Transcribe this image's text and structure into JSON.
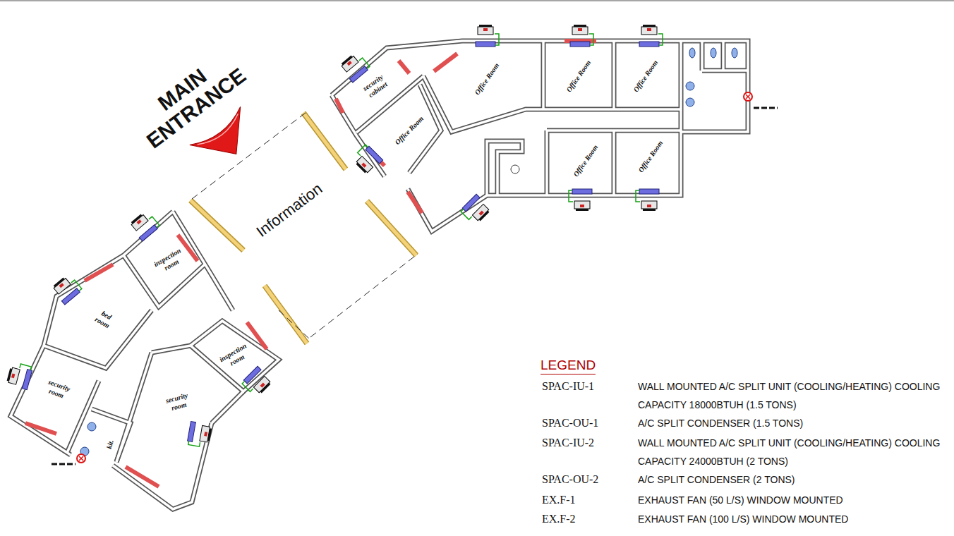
{
  "diagram": {
    "nodes": [
      {
        "text": [
          "Office Room"
        ]
      },
      {
        "text": [
          "Office Room"
        ]
      },
      {
        "text": [
          "Office Room"
        ]
      },
      {
        "text": [
          "security cabinet"
        ]
      },
      {
        "text": [
          "Office Room"
        ]
      },
      {
        "text": [
          "Information"
        ]
      },
      {
        "text": [
          "Office Room"
        ]
      },
      {
        "text": [
          "Office Room"
        ]
      },
      {
        "text": [
          "inspection room"
        ]
      },
      {
        "text": [
          "bed room"
        ]
      },
      {
        "text": [
          "inspection room"
        ]
      },
      {
        "text": [
          "security room"
        ]
      },
      {
        "text": [
          "security room"
        ]
      },
      {
        "text": [
          "kit."
        ]
      }
    ],
    "labels": [
      "MAIN ENTRANCE",
      "LEGEND",
      "SPAC-IU-1",
      "WALL MOUNTED A/C SPLIT UNIT (COOLING/HEATING) COOLING CAPACITY 18000BTUH (1.5 TONS)",
      "SPAC-OU-1",
      "A/C SPLIT CONDENSER (1.5 TONS)",
      "SPAC-IU-2",
      "WALL MOUNTED A/C SPLIT UNIT (COOLING/HEATING) COOLING CAPACITY 24000BTUH (2 TONS)",
      "SPAC-OU-2",
      "A/C SPLIT CONDENSER (2 TONS)",
      "EX.F-1",
      "EXHAUST FAN (50 L/S) WINDOW MOUNTED",
      "EX.F-2",
      "EXHAUST FAN (100 L/S) WINDOW MOUNTED"
    ]
  }
}
